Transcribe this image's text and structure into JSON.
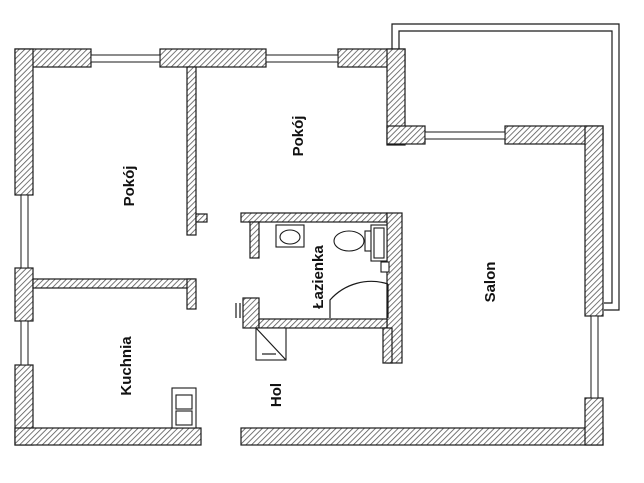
{
  "plan": {
    "rooms": {
      "room_1": "Pokój",
      "room_2": "Pokój",
      "bathroom": "Łazienka",
      "living_room": "Salon",
      "kitchen": "Kuchnia",
      "hall": "Hol"
    },
    "colors": {
      "wall_stroke": "#1a1a1a",
      "hatch": "#555555",
      "background": "#ffffff"
    }
  }
}
